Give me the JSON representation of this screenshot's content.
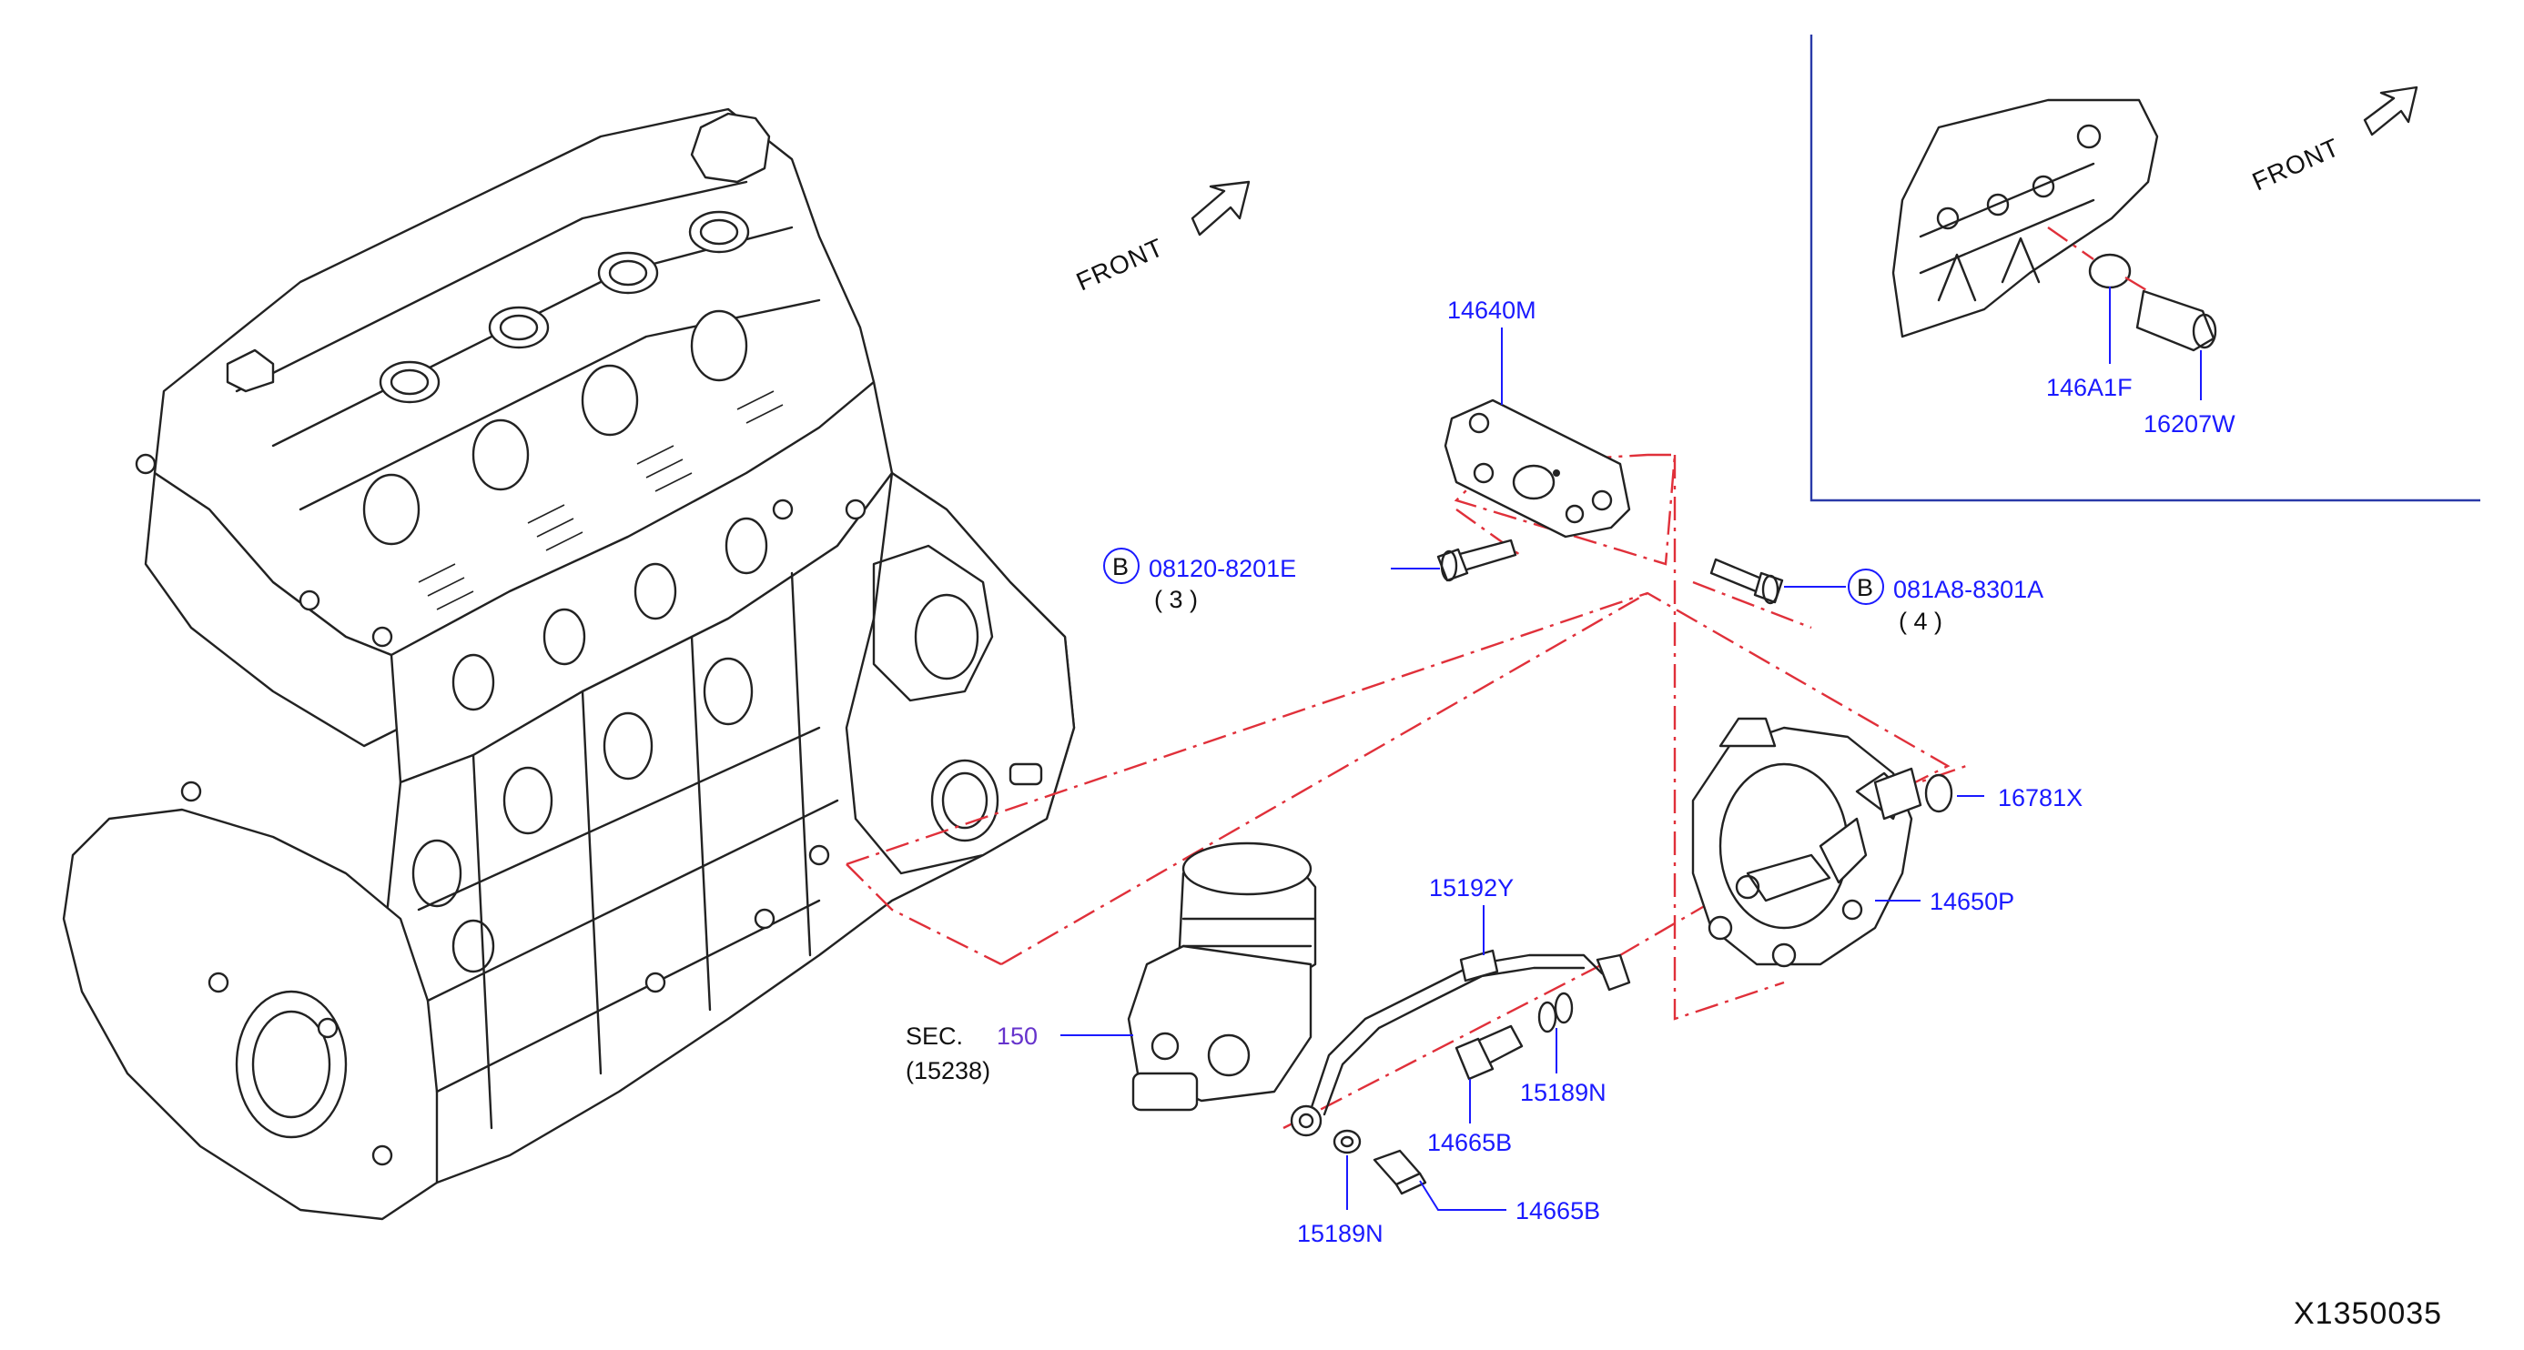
{
  "diagram": {
    "drawing_id": "X1350035",
    "front_label": "FRONT",
    "callouts": {
      "bracket": "14640M",
      "bolt_left_code": "08120-8201E",
      "bolt_left_qty": "( 3 )",
      "bolt_right_code": "081A8-8301A",
      "bolt_right_qty": "( 4 )",
      "bolt_marker": "B",
      "oring": "16781X",
      "vacuum_pump": "14650P",
      "hose": "15192Y",
      "washer_upper": "15189N",
      "union_bolt_upper": "14665B",
      "washer_lower": "15189N",
      "union_bolt_lower": "14665B",
      "sec_prefix": "SEC.",
      "sec_number": "150",
      "sec_sub": "(15238)",
      "inset_collar": "146A1F",
      "inset_plug": "16207W"
    },
    "colors": {
      "callout": "#1a1aff",
      "section_ref": "#6633cc",
      "reference_line": "#e0303a",
      "panel_border": "#2a3aa8"
    }
  }
}
